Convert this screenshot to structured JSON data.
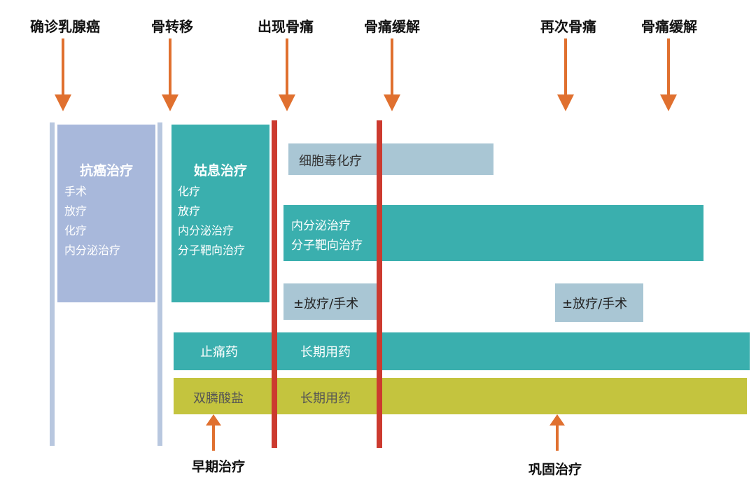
{
  "milestones": [
    {
      "label": "确诊乳腺癌"
    },
    {
      "label": "骨转移"
    },
    {
      "label": "出现骨痛"
    },
    {
      "label": "骨痛缓解"
    },
    {
      "label": "再次骨痛"
    },
    {
      "label": "骨痛缓解"
    }
  ],
  "anticancer_box": {
    "title": "抗癌治疗",
    "items": [
      "手术",
      "放疗",
      "化疗",
      "内分泌治疗"
    ]
  },
  "palliative_box": {
    "title": "姑息治疗",
    "items": [
      "化疗",
      "放疗",
      "内分泌治疗",
      "分子靶向治疗"
    ]
  },
  "rows": {
    "chemo": {
      "label": "细胞毒化疗"
    },
    "endocrine": {
      "line1": "内分泌治疗",
      "line2": "分子靶向治疗"
    },
    "radiotherapy_1": {
      "label": "±放疗/手术"
    },
    "radiotherapy_2": {
      "label": "±放疗/手术"
    },
    "analgesic": {
      "label": "止痛药",
      "long_term": "长期用药"
    },
    "bisphosphonate": {
      "label": "双膦酸盐",
      "long_term": "长期用药"
    }
  },
  "bottom_labels": {
    "early": "早期治疗",
    "consolidation": "巩固治疗"
  },
  "colors": {
    "arrow": "#e0702f",
    "red_line": "#cc3a2f",
    "light_line": "#b8c7df",
    "anticancer": "#a8b8db",
    "teal": "#3aafae",
    "teal_label": "#5bbfbd",
    "chemo": "#a9c6d4",
    "radiotherapy": "#a9c6d4",
    "olive": "#c4c43e",
    "olive_label": "#d2d27a"
  }
}
